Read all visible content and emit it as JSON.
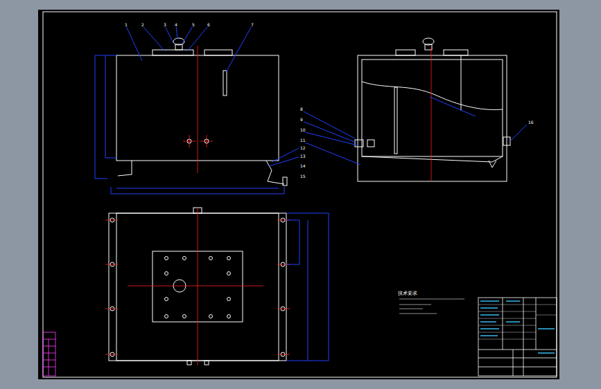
{
  "diagram": {
    "labels": [
      "1",
      "2",
      "3",
      "4",
      "5",
      "6",
      "7",
      "8",
      "9",
      "10",
      "11",
      "12",
      "13",
      "14",
      "15",
      "16",
      "技术要求"
    ]
  }
}
